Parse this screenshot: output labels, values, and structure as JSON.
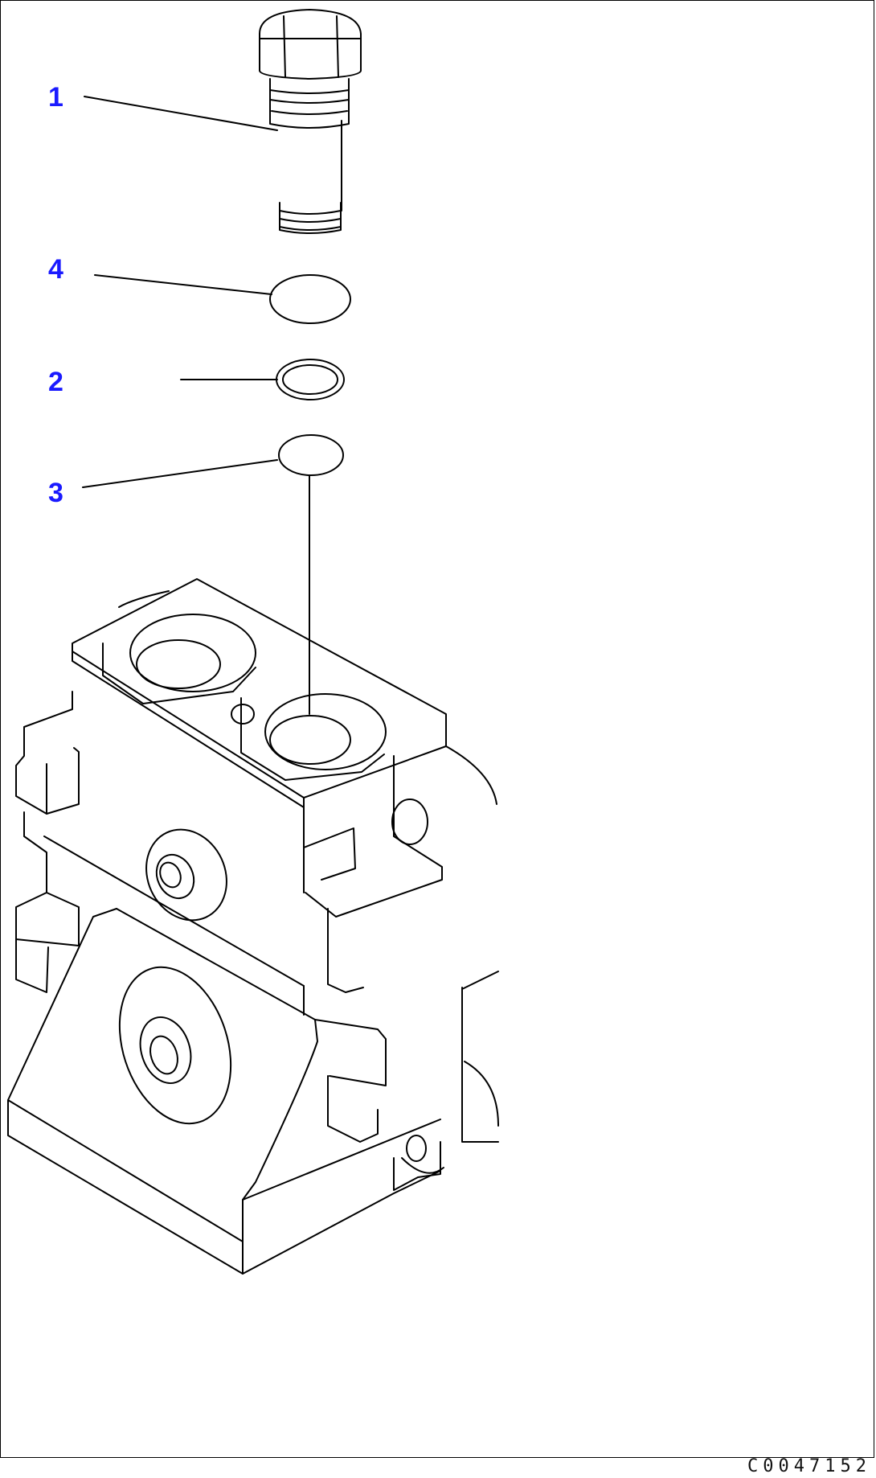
{
  "diagram": {
    "callouts": [
      {
        "id": "1",
        "label": "1"
      },
      {
        "id": "4",
        "label": "4"
      },
      {
        "id": "2",
        "label": "2"
      },
      {
        "id": "3",
        "label": "3"
      }
    ],
    "drawing_code": "C0047152",
    "colors": {
      "line": "#000000",
      "callout": "#1a1aff",
      "background": "#ffffff"
    }
  }
}
